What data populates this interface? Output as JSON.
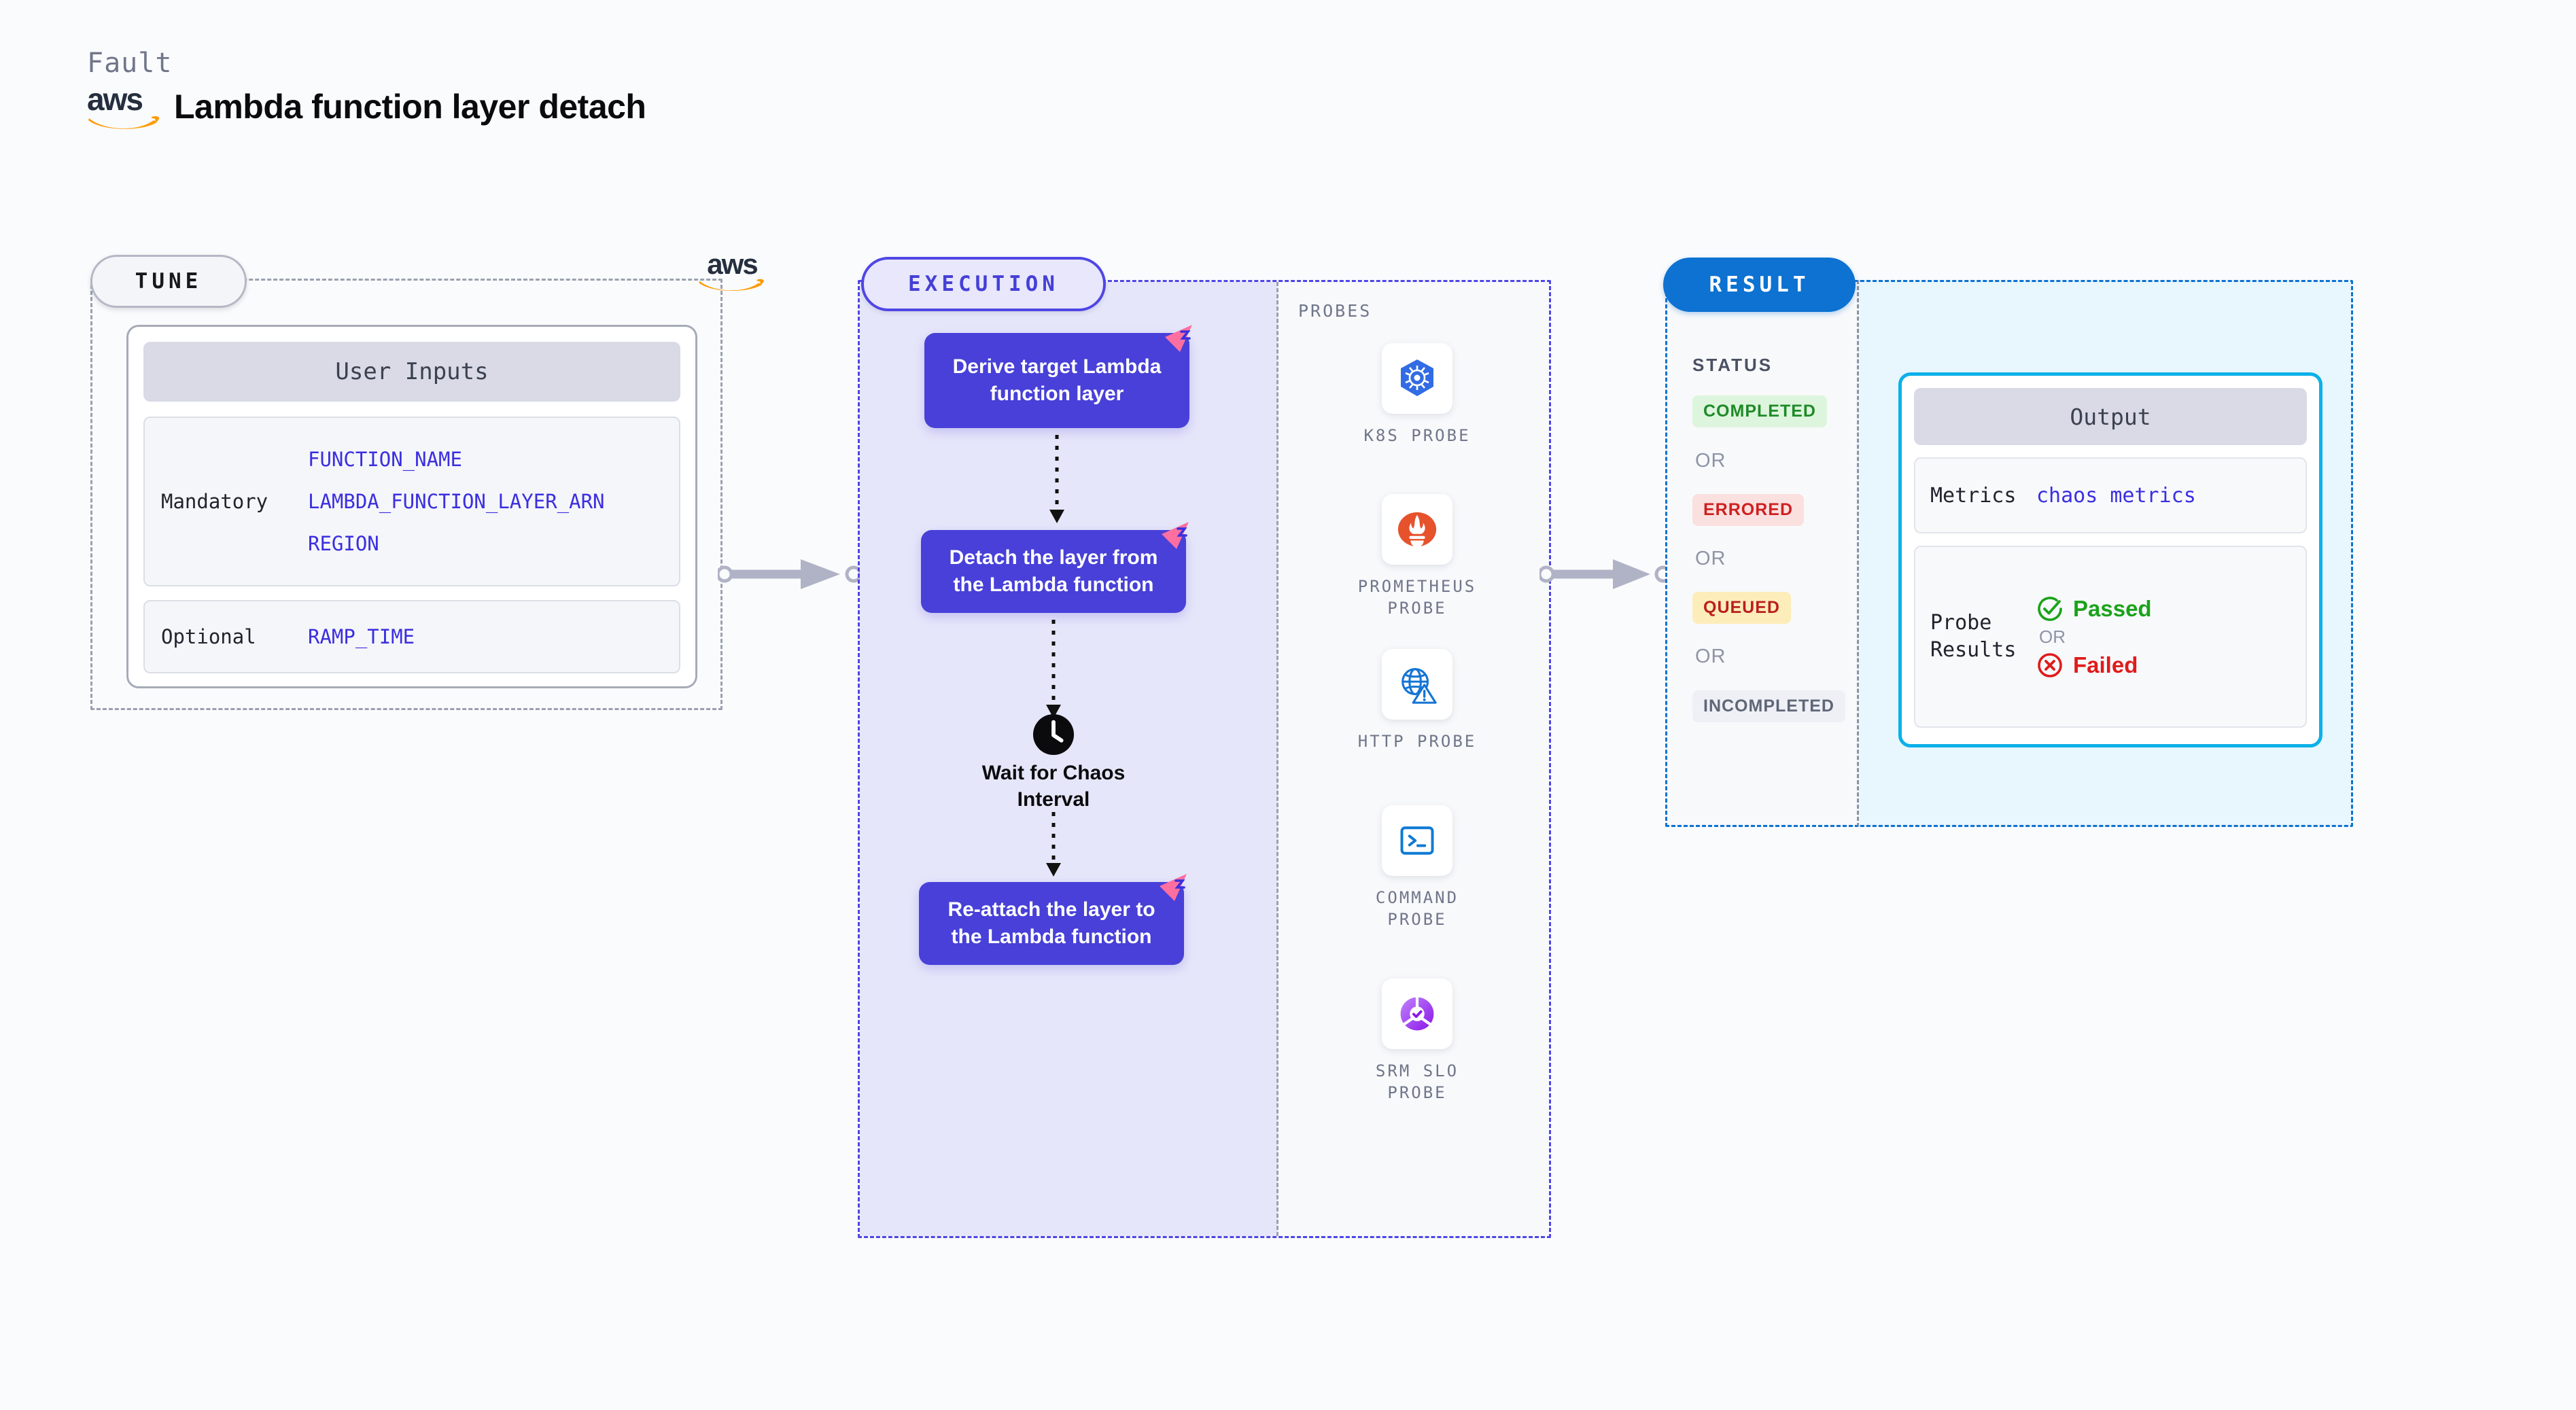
{
  "header": {
    "kicker": "Fault",
    "title": "Lambda function layer detach",
    "logo_text": "aws",
    "logo_name": "aws-logo"
  },
  "tune": {
    "pill_label": "TUNE",
    "card_title": "User Inputs",
    "logo_text": "aws",
    "groups": [
      {
        "label": "Mandatory",
        "values": [
          "FUNCTION_NAME",
          "LAMBDA_FUNCTION_LAYER_ARN",
          "REGION"
        ]
      },
      {
        "label": "Optional",
        "values": [
          "RAMP_TIME"
        ]
      }
    ]
  },
  "execution": {
    "pill_label": "EXECUTION",
    "steps": [
      {
        "text": "Derive target Lambda function layer",
        "ribbon": true
      },
      {
        "text": "Detach the layer from the Lambda function",
        "ribbon": true
      },
      {
        "text": "Re-attach the layer to the Lambda function",
        "ribbon": true
      }
    ],
    "wait": {
      "label": "Wait for Chaos Interval",
      "icon": "clock-icon"
    }
  },
  "probes": {
    "title": "PROBES",
    "items": [
      {
        "label": "K8S PROBE",
        "icon": "kubernetes-icon"
      },
      {
        "label": "PROMETHEUS PROBE",
        "icon": "prometheus-icon"
      },
      {
        "label": "HTTP PROBE",
        "icon": "http-globe-warning-icon"
      },
      {
        "label": "COMMAND PROBE",
        "icon": "terminal-icon"
      },
      {
        "label": "SRM SLO PROBE",
        "icon": "srm-slo-icon"
      }
    ]
  },
  "result": {
    "pill_label": "RESULT",
    "status_title": "STATUS",
    "or_label": "OR",
    "statuses": [
      {
        "label": "COMPLETED",
        "bg": "#ddf5dd",
        "fg": "#1f8a28"
      },
      {
        "label": "ERRORED",
        "bg": "#fbe0e0",
        "fg": "#cf2020"
      },
      {
        "label": "QUEUED",
        "bg": "#fdedbb",
        "fg": "#ba1f1f"
      },
      {
        "label": "INCOMPLETED",
        "bg": "#eef0f5",
        "fg": "#5f6678"
      }
    ],
    "output": {
      "title": "Output",
      "metrics_label": "Metrics",
      "metrics_value": "chaos metrics",
      "probe_results_label": "Probe Results",
      "passed_label": "Passed",
      "failed_label": "Failed",
      "or_label": "OR"
    }
  },
  "colors": {
    "accent_indigo": "#4840d8",
    "accent_blue": "#0d72d2",
    "accent_cyan": "#0cb0e8",
    "ribbon_pink": "#fc6fa0",
    "aws_orange": "#ff9900",
    "exec_fill": "#e6e6fa",
    "result_fill": "#e8f6fd"
  }
}
